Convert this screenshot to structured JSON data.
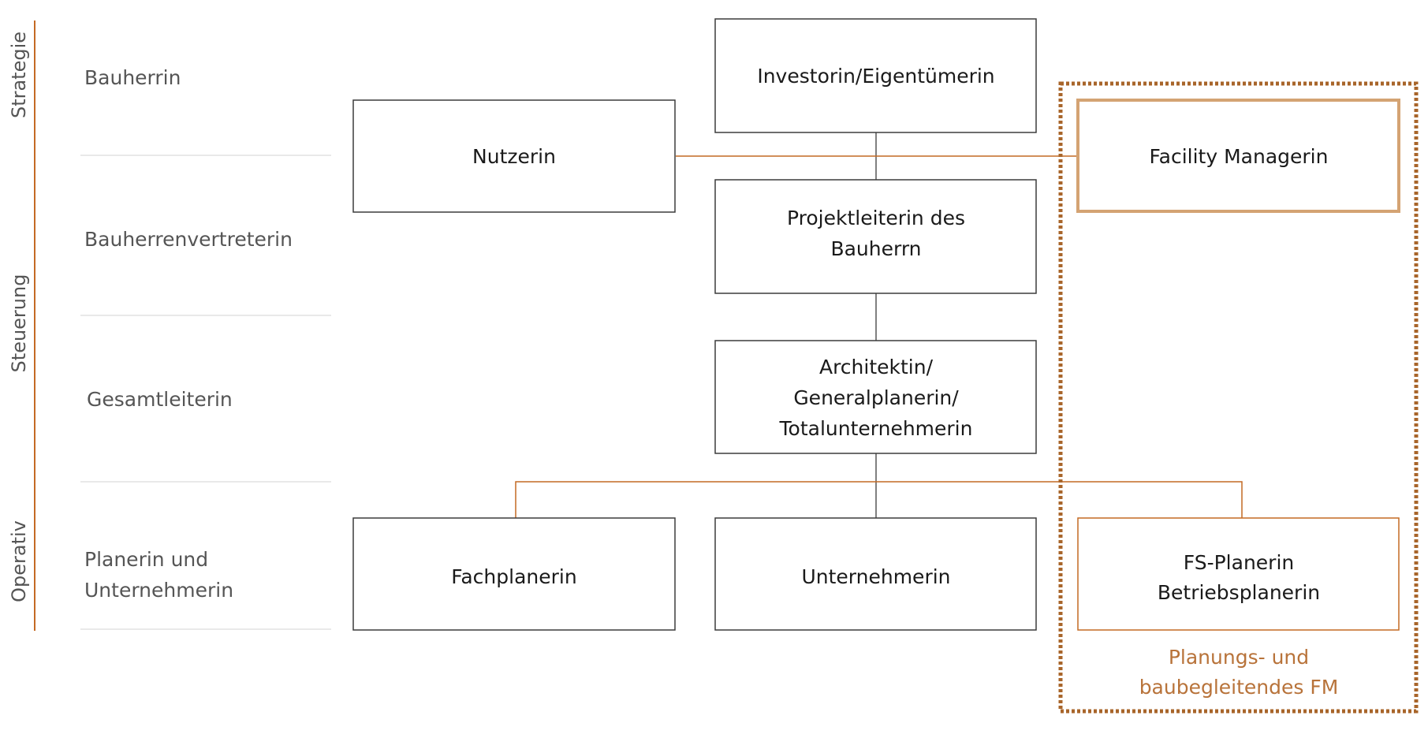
{
  "bands": {
    "strategy": "Strategie",
    "steering": "Steuerung",
    "operative": "Operativ"
  },
  "rows": {
    "owner": "Bauherrin",
    "owner_rep": "Bauherrenvertreterin",
    "lead": "Gesamtleiterin",
    "planner_line1": "Planerin und",
    "planner_line2": "Unternehmerin"
  },
  "boxes": {
    "investor": "Investorin/Eigentümerin",
    "user": "Nutzerin",
    "facility": "Facility Managerin",
    "project_line1": "Projektleiterin des",
    "project_line2": "Bauherrn",
    "architect_line1": "Architektin/",
    "architect_line2": "Generalplanerin/",
    "architect_line3": "Totalunternehmerin",
    "specialist": "Fachplanerin",
    "contractor": "Unternehmerin",
    "fs_line1": "FS-Planerin",
    "fs_line2": "Betriebsplanerin"
  },
  "fm_group": {
    "line1": "Planungs- und",
    "line2": "baubegleitendes FM"
  },
  "colors": {
    "accent": "#c46a24",
    "accent_light": "#d4a373",
    "box_border": "#3c3c3c",
    "connector": "#555555",
    "divider": "#e2e2e2"
  }
}
